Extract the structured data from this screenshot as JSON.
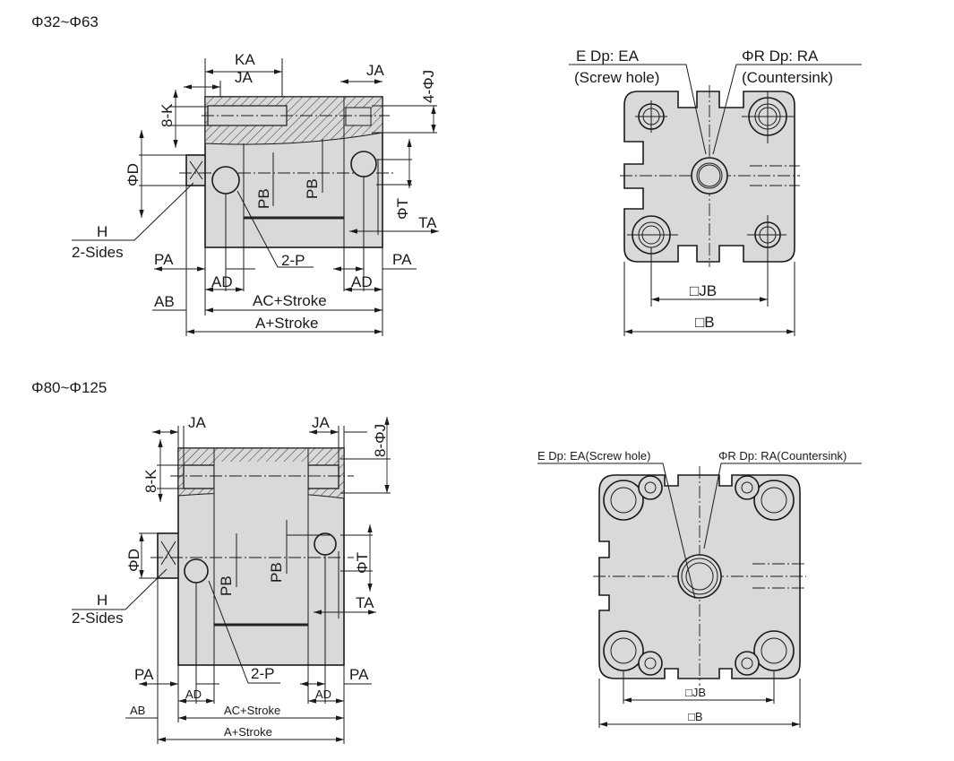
{
  "sections": [
    {
      "title": "Φ32~Φ63",
      "side_view": {
        "KA": "KA",
        "JA_left": "JA",
        "JA_right": "JA",
        "J": "4-ΦJ",
        "K": "8-K",
        "D": "ΦD",
        "PB1": "PB",
        "PB2": "PB",
        "T": "ΦT",
        "TA": "TA",
        "H": "H",
        "sides": "2-Sides",
        "PA_left": "PA",
        "PA_right": "PA",
        "P": "2-P",
        "AD_left": "AD",
        "AD_right": "AD",
        "AB": "AB",
        "AC": "AC+Stroke",
        "A": "A+Stroke"
      },
      "end_view": {
        "screw_label": "E Dp: EA",
        "screw_sub": "(Screw hole)",
        "csk_label": "ΦR Dp: RA",
        "csk_sub": "(Countersink)",
        "JB": "□JB",
        "B": "□B"
      }
    },
    {
      "title": "Φ80~Φ125",
      "side_view": {
        "JA_left": "JA",
        "JA_right": "JA",
        "J": "8-ΦJ",
        "K": "8-K",
        "D": "ΦD",
        "PB1": "PB",
        "PB2": "PB",
        "T": "ΦT",
        "TA": "TA",
        "H": "H",
        "sides": "2-Sides",
        "PA_left": "PA",
        "PA_right": "PA",
        "P": "2-P",
        "AD_left": "AD",
        "AD_right": "AD",
        "AB": "AB",
        "AC": "AC+Stroke",
        "A": "A+Stroke"
      },
      "end_view": {
        "screw_label": "E Dp: EA(Screw hole)",
        "csk_label": "ΦR Dp: RA(Countersink)",
        "JB": "□JB",
        "B": "□B"
      }
    }
  ]
}
